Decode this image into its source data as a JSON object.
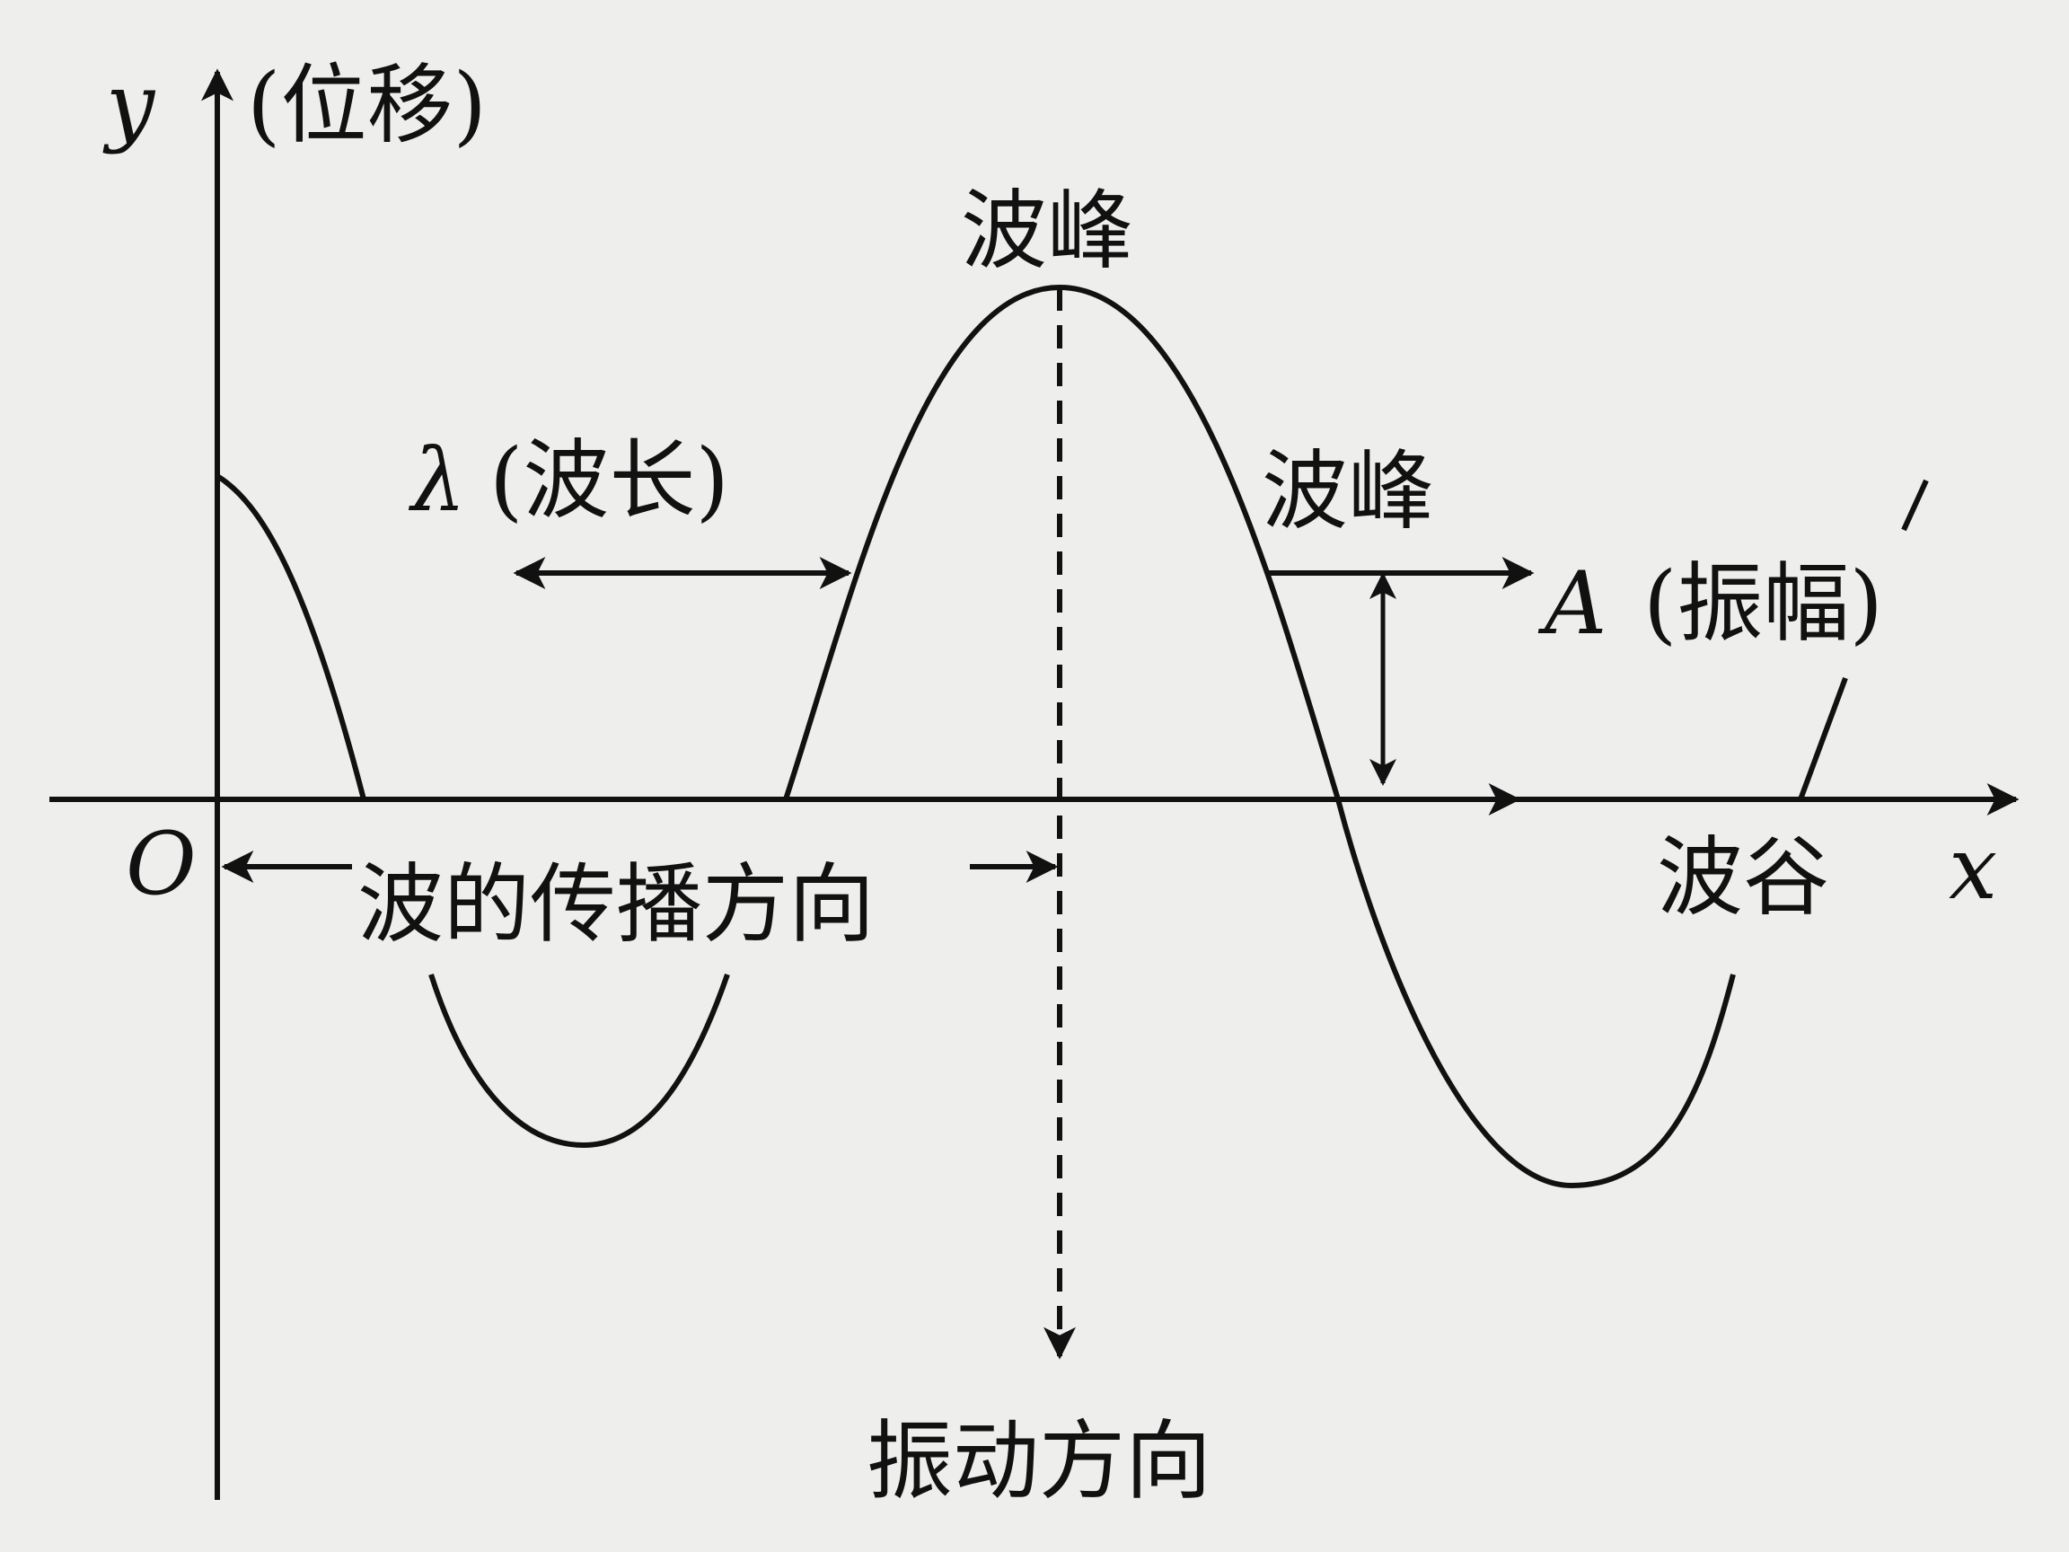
{
  "axes": {
    "y_label": "y",
    "y_note": "(位移)",
    "x_label": "x",
    "origin": "O"
  },
  "labels": {
    "crest_top": "波峰",
    "crest_side": "波峰",
    "wavelength_symbol": "λ",
    "wavelength_note": "(波长)",
    "amplitude_symbol": "A",
    "amplitude_note": "(振幅)",
    "trough": "波谷",
    "propagation": "波的传播方向",
    "vibration": "振动方向"
  },
  "colors": {
    "ink": "#111111",
    "paper": "#eeeeec"
  }
}
